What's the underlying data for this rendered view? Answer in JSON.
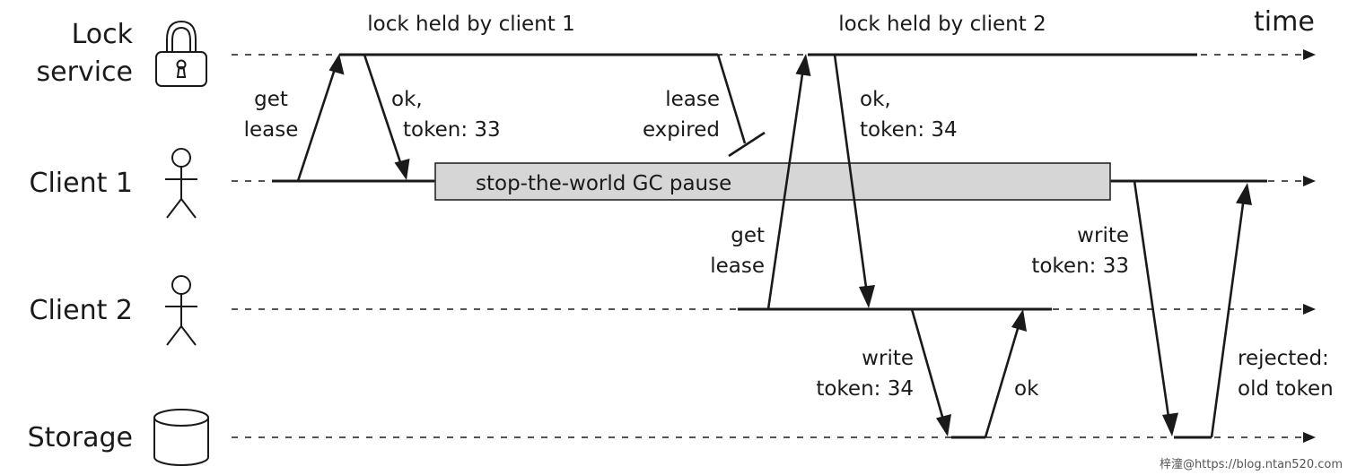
{
  "time_label": "time",
  "lanes": [
    {
      "key": "lock-service",
      "label_lines": [
        "Lock",
        "service"
      ],
      "icon": "padlock-icon"
    },
    {
      "key": "client-1",
      "label_lines": [
        "Client 1"
      ],
      "icon": "person-icon"
    },
    {
      "key": "client-2",
      "label_lines": [
        "Client 2"
      ],
      "icon": "person-icon"
    },
    {
      "key": "storage",
      "label_lines": [
        "Storage"
      ],
      "icon": "database-icon"
    }
  ],
  "lock_periods": [
    {
      "label": "lock held by client 1"
    },
    {
      "label": "lock held by client 2"
    }
  ],
  "gc_pause": {
    "label": "stop-the-world GC pause"
  },
  "messages": [
    {
      "key": "c1-get-lease",
      "from": "client-1",
      "to": "lock-service",
      "label_lines": [
        "get",
        "lease"
      ]
    },
    {
      "key": "c1-ok-token-33",
      "from": "lock-service",
      "to": "client-1",
      "label_lines": [
        "ok,",
        "token: 33"
      ]
    },
    {
      "key": "lease-expired",
      "from": "lock-service",
      "to": "client-1",
      "label_lines": [
        "lease",
        "expired"
      ],
      "lost": true
    },
    {
      "key": "c2-get-lease",
      "from": "client-2",
      "to": "lock-service",
      "label_lines": [
        "get",
        "lease"
      ]
    },
    {
      "key": "c2-ok-token-34",
      "from": "lock-service",
      "to": "client-2",
      "label_lines": [
        "ok,",
        "token: 34"
      ]
    },
    {
      "key": "c2-write-token-34",
      "from": "client-2",
      "to": "storage",
      "label_lines": [
        "write",
        "token: 34"
      ]
    },
    {
      "key": "storage-ok",
      "from": "storage",
      "to": "client-2",
      "label_lines": [
        "ok"
      ]
    },
    {
      "key": "c1-write-token-33",
      "from": "client-1",
      "to": "storage",
      "label_lines": [
        "write",
        "token: 33"
      ]
    },
    {
      "key": "storage-rejected",
      "from": "storage",
      "to": "client-1",
      "label_lines": [
        "rejected:",
        "old token"
      ]
    }
  ],
  "watermark": "梓潼@https://blog.ntan520.com"
}
